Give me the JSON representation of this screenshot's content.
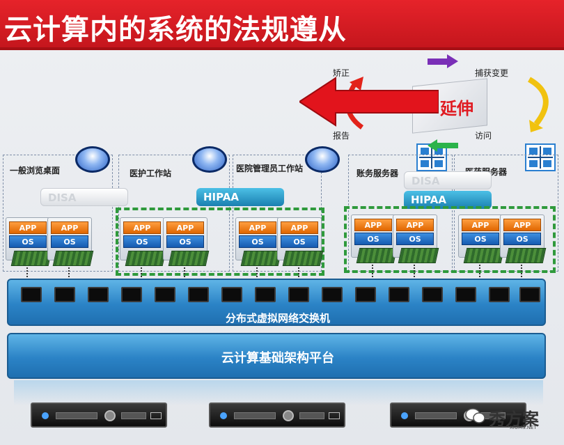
{
  "title": "云计算内的系统的法规遵从",
  "cycle": {
    "correct": "矫正",
    "capture_change": "捕获变更",
    "report": "报告",
    "access": "访问",
    "extend": "延伸"
  },
  "zones": [
    {
      "label": "一般浏览桌面"
    },
    {
      "label": "医护工作站"
    },
    {
      "label": "医院管理员工作站"
    },
    {
      "label": "账务服务器"
    },
    {
      "label": "医药服务器"
    }
  ],
  "tags": {
    "disa": "DISA",
    "hipaa": "HIPAA"
  },
  "vm": {
    "app": "APP",
    "os": "OS"
  },
  "switch_label": "分布式虚拟网络交换机",
  "platform_label": "云计算基础架构平台",
  "watermark": {
    "text": "秀方案",
    "site": "XIUMS.NET"
  },
  "colors": {
    "title_red": "#d71d24",
    "bar_blue": "#2b83c6",
    "tag_teal": "#1a7fb0",
    "zone_green": "#2f9a3c",
    "app_orange": "#e06600",
    "os_blue": "#165bb0"
  }
}
